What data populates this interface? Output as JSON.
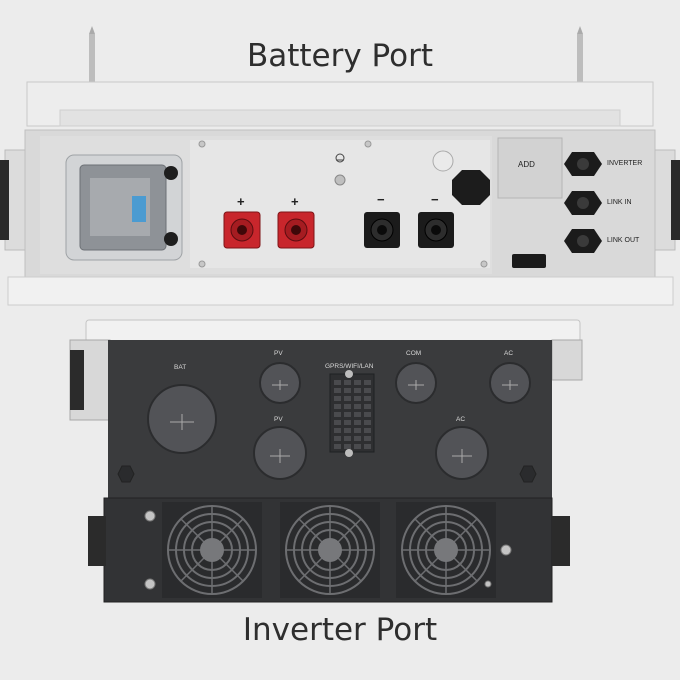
{
  "titles": {
    "top": "Battery Port",
    "bottom": "Inverter Port"
  },
  "battery_panel": {
    "add_label": "ADD",
    "connector_labels": [
      "INVERTER",
      "LINK IN",
      "LINK OUT"
    ],
    "positive_symbol": "+",
    "negative_symbol": "−"
  },
  "inverter_panel": {
    "port_labels": {
      "bat": "BAT",
      "pv_top": "PV",
      "gprs": "GPRS/WIFI/LAN",
      "com": "COM",
      "ac_top": "AC",
      "pv_mid": "PV",
      "ac_mid": "AC"
    }
  },
  "colors": {
    "background": "#ececec",
    "panel_light": "#e4e4e4",
    "panel_dark": "#3a3b3d",
    "terminal_red": "#c8262c",
    "terminal_black": "#1b1b1b"
  }
}
